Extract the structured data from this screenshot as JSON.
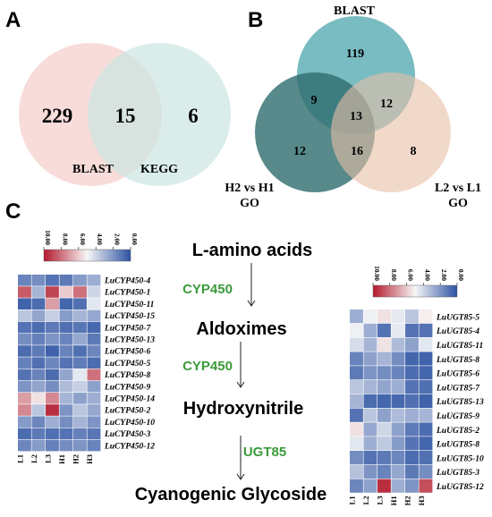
{
  "panels": {
    "a": "A",
    "b": "B",
    "c": "C"
  },
  "venn_a": {
    "sets": [
      {
        "name": "BLAST",
        "color": "#f6d6d4"
      },
      {
        "name": "KEGG",
        "color": "#cbe5e2"
      }
    ],
    "counts": {
      "blast_only": "229",
      "shared": "15",
      "kegg_only": "6"
    }
  },
  "venn_b": {
    "sets": [
      {
        "name": "BLAST",
        "color": "#79bcc2"
      },
      {
        "name": "H2 vs H1 GO",
        "line1": "H2 vs H1",
        "line2": "GO",
        "color": "#2e6b6e"
      },
      {
        "name": "L2 vs L1 GO",
        "line1": "L2 vs L1",
        "line2": "GO",
        "color": "#e8c0a6"
      }
    ],
    "counts": {
      "blast_only": "119",
      "h_only": "12",
      "l_only": "8",
      "blast_h": "9",
      "blast_l": "12",
      "h_l": "16",
      "all": "13"
    }
  },
  "pathway": {
    "steps": [
      "L-amino acids",
      "Aldoximes",
      "Hydroxynitrile",
      "Cyanogenic Glycoside"
    ],
    "enzymes": [
      "CYP450",
      "CYP450",
      "UGT85"
    ]
  },
  "heatmap_scale": {
    "ticks": [
      "10.00",
      "8.00",
      "6.00",
      "4.00",
      "2.00",
      "0.00"
    ],
    "colors": {
      "high": "#b2182b",
      "mid": "#f7f7f7",
      "low": "#2c52a3"
    }
  },
  "heatmap_cyp": {
    "columns": [
      "L1",
      "L2",
      "L3",
      "H1",
      "H2",
      "H3"
    ],
    "rows": [
      {
        "gene": "LuCYP450-4",
        "values": [
          1.5,
          1.8,
          1.0,
          1.2,
          2.2,
          2.8
        ]
      },
      {
        "gene": "LuCYP450-1",
        "values": [
          8.5,
          3.0,
          9.0,
          6.0,
          8.0,
          4.0
        ]
      },
      {
        "gene": "LuCYP450-11",
        "values": [
          0.5,
          0.8,
          7.0,
          0.6,
          0.9,
          4.5
        ]
      },
      {
        "gene": "LuCYP450-15",
        "values": [
          3.5,
          2.5,
          3.8,
          2.2,
          3.0,
          2.6
        ]
      },
      {
        "gene": "LuCYP450-7",
        "values": [
          1.0,
          0.8,
          1.2,
          0.9,
          1.1,
          0.7
        ]
      },
      {
        "gene": "LuCYP450-13",
        "values": [
          1.8,
          1.4,
          2.0,
          1.5,
          2.6,
          1.2
        ]
      },
      {
        "gene": "LuCYP450-6",
        "values": [
          0.8,
          1.2,
          0.5,
          1.5,
          0.9,
          1.6
        ]
      },
      {
        "gene": "LuCYP450-5",
        "values": [
          1.4,
          0.9,
          1.6,
          1.0,
          1.3,
          0.8
        ]
      },
      {
        "gene": "LuCYP450-8",
        "values": [
          1.0,
          1.5,
          0.8,
          2.5,
          4.5,
          8.0
        ]
      },
      {
        "gene": "LuCYP450-9",
        "values": [
          2.0,
          2.5,
          1.8,
          3.2,
          3.8,
          2.4
        ]
      },
      {
        "gene": "LuCYP450-14",
        "values": [
          7.0,
          5.5,
          7.5,
          3.0,
          2.4,
          2.8
        ]
      },
      {
        "gene": "LuCYP450-2",
        "values": [
          7.5,
          3.5,
          9.5,
          2.0,
          3.5,
          2.6
        ]
      },
      {
        "gene": "LuCYP450-10",
        "values": [
          2.2,
          1.6,
          2.8,
          1.8,
          3.0,
          2.0
        ]
      },
      {
        "gene": "LuCYP450-3",
        "values": [
          0.8,
          1.2,
          0.9,
          1.0,
          1.4,
          1.1
        ]
      },
      {
        "gene": "LuCYP450-12",
        "values": [
          1.6,
          2.2,
          1.4,
          1.8,
          2.0,
          1.5
        ]
      }
    ]
  },
  "heatmap_ugt": {
    "columns": [
      "L1",
      "L2",
      "L3",
      "H1",
      "H2",
      "H3"
    ],
    "rows": [
      {
        "gene": "LuUGT85-5",
        "values": [
          2.8,
          4.8,
          5.5,
          4.6,
          3.5,
          5.2
        ]
      },
      {
        "gene": "LuUGT85-4",
        "values": [
          4.8,
          2.8,
          1.0,
          4.6,
          1.0,
          1.0
        ]
      },
      {
        "gene": "LuUGT85-11",
        "values": [
          4.2,
          3.0,
          5.5,
          3.2,
          2.4,
          4.5
        ]
      },
      {
        "gene": "LuUGT85-8",
        "values": [
          1.5,
          2.4,
          3.0,
          1.8,
          0.6,
          0.5
        ]
      },
      {
        "gene": "LuUGT85-6",
        "values": [
          1.2,
          2.0,
          1.8,
          1.5,
          0.8,
          0.6
        ]
      },
      {
        "gene": "LuUGT85-7",
        "values": [
          3.5,
          3.0,
          2.5,
          2.8,
          1.0,
          0.9
        ]
      },
      {
        "gene": "LuUGT85-13",
        "values": [
          3.0,
          0.8,
          0.6,
          0.7,
          0.9,
          0.5
        ]
      },
      {
        "gene": "LuUGT85-9",
        "values": [
          1.0,
          3.5,
          2.4,
          3.2,
          2.8,
          3.0
        ]
      },
      {
        "gene": "LuUGT85-2",
        "values": [
          5.5,
          2.6,
          4.0,
          2.4,
          1.2,
          0.8
        ]
      },
      {
        "gene": "LuUGT85-8",
        "values": [
          4.5,
          2.8,
          3.6,
          2.2,
          1.0,
          0.6
        ]
      },
      {
        "gene": "LuUGT85-10",
        "values": [
          1.8,
          1.0,
          1.2,
          1.6,
          0.8,
          0.9
        ]
      },
      {
        "gene": "LuUGT85-3",
        "values": [
          3.4,
          2.0,
          1.5,
          2.6,
          1.2,
          1.8
        ]
      },
      {
        "gene": "LuUGT85-12",
        "values": [
          1.6,
          2.4,
          9.5,
          2.8,
          2.0,
          8.8
        ]
      }
    ]
  }
}
